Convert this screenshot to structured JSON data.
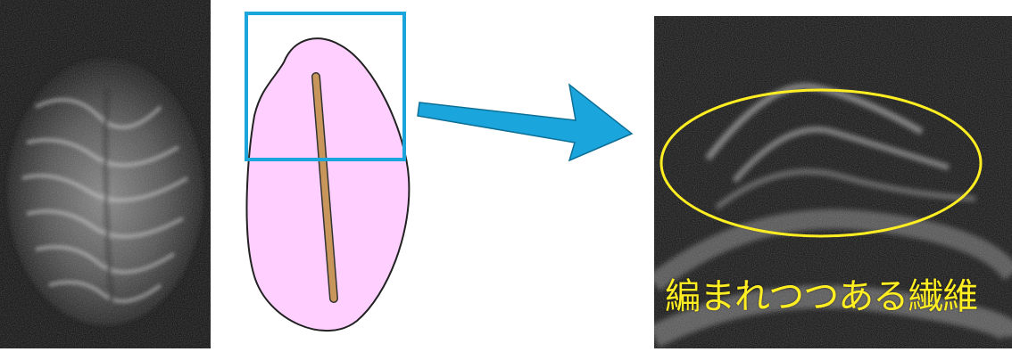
{
  "figure": {
    "left_image": {
      "icon": "micrograph-fluorescence-fibers"
    },
    "diagram": {
      "icon": "cell-with-rod-schematic",
      "cell_fill": "#ffd0ff",
      "rod_color": "#c8965a",
      "box_color": "#1aa6dd"
    },
    "arrow": {
      "icon": "arrow-right",
      "color": "#1aa6dd"
    },
    "right_image": {
      "icon": "micrograph-zoomed",
      "ellipse_color": "#ffee22",
      "caption": "編まれつつある繊維",
      "caption_color": "#ffee22"
    }
  }
}
